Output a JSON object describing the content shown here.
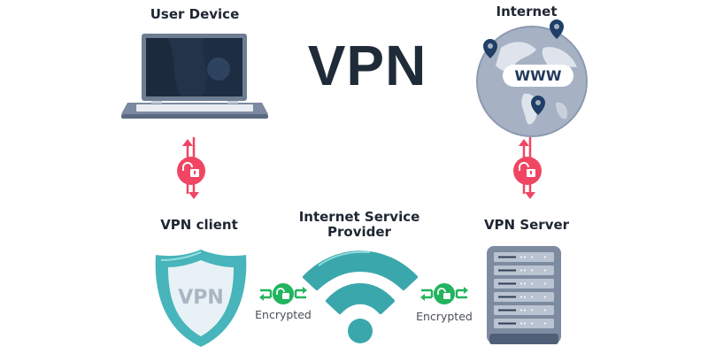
{
  "title": "VPN",
  "nodes": {
    "user_device": "User Device",
    "internet": "Internet",
    "vpn_client": "VPN client",
    "isp_line1": "Internet Service",
    "isp_line2": "Provider",
    "vpn_server": "VPN Server"
  },
  "shield_text": "VPN",
  "globe_text": "WWW",
  "encrypted_labels": [
    "Encrypted",
    "Encrypted"
  ],
  "colors": {
    "dark_text": "#1f2633",
    "red_lock": "#f04663",
    "green_lock": "#22b45e",
    "teal": "#3aa7ad",
    "slate": "#6f7f95"
  }
}
